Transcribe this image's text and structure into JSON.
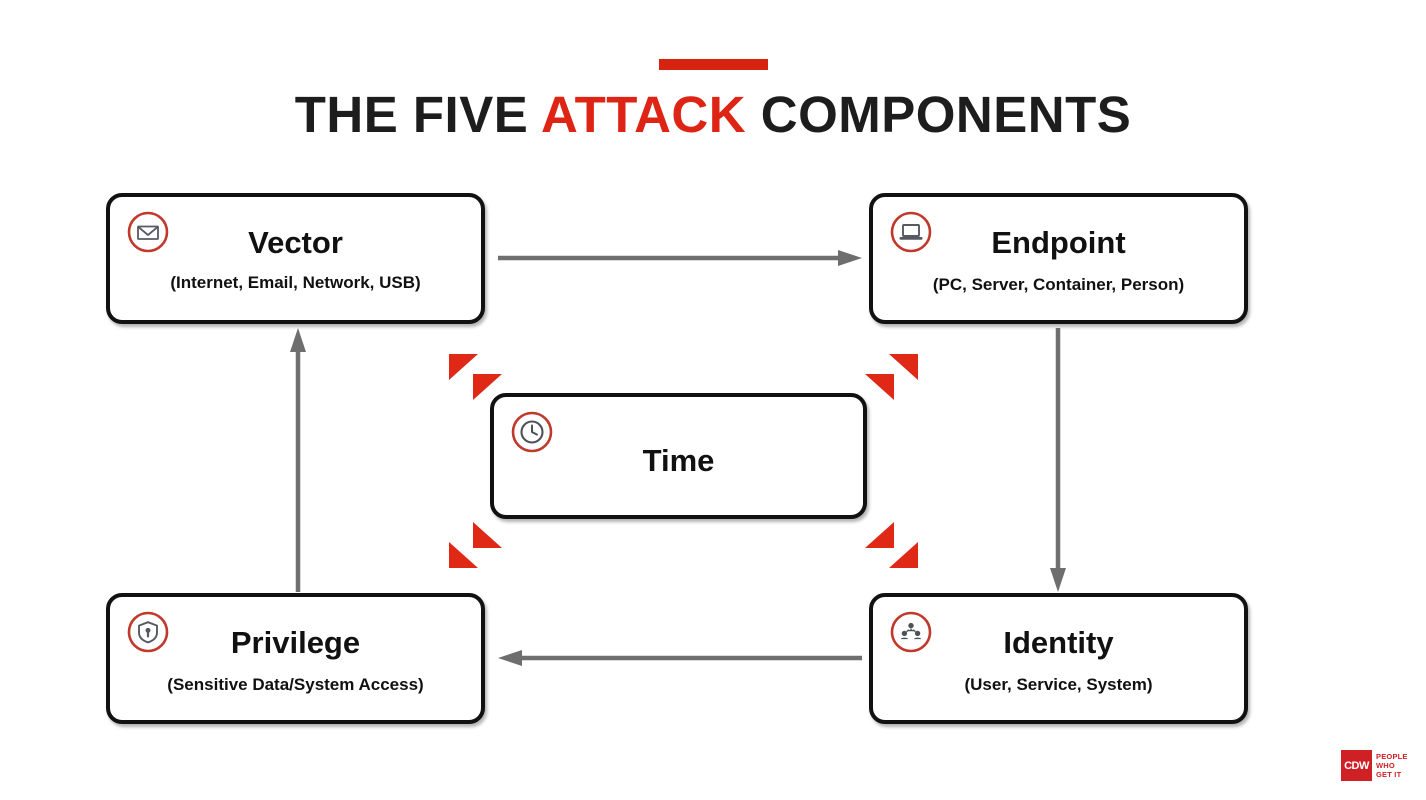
{
  "slide": {
    "background_color": "#ffffff",
    "accent_red": "#d6230f",
    "box_border_color": "#111111",
    "arrow_color": "#6e6e6e",
    "icon_ring_color": "#c0392b"
  },
  "title": {
    "accent_bar": "red-accent-bar",
    "part_1": "THE FIVE ",
    "part_2_highlighted": "ATTACK",
    "part_3": " COMPONENTS",
    "full_text": "THE FIVE ATTACK COMPONENTS"
  },
  "nodes": [
    {
      "id": "vector",
      "title": "Vector",
      "subtitle": "(Internet, Email, Network, USB)",
      "icon": "envelope-icon"
    },
    {
      "id": "endpoint",
      "title": "Endpoint",
      "subtitle": "(PC, Server, Container, Person)",
      "icon": "laptop-icon"
    },
    {
      "id": "time",
      "title": "Time",
      "subtitle": "",
      "icon": "clock-icon"
    },
    {
      "id": "privilege",
      "title": "Privilege",
      "subtitle": "(Sensitive Data/System Access)",
      "icon": "shield-lock-icon"
    },
    {
      "id": "identity",
      "title": "Identity",
      "subtitle": "(User, Service, System)",
      "icon": "people-group-icon"
    }
  ],
  "connectors": [
    {
      "id": "vector-to-endpoint",
      "from": "Vector",
      "to": "Endpoint",
      "direction": "right"
    },
    {
      "id": "endpoint-to-identity",
      "from": "Endpoint",
      "to": "Identity",
      "direction": "down"
    },
    {
      "id": "identity-to-privilege",
      "from": "Identity",
      "to": "Privilege",
      "direction": "left"
    },
    {
      "id": "privilege-to-vector",
      "from": "Privilege",
      "to": "Vector",
      "direction": "up"
    }
  ],
  "corner_marks": [
    {
      "id": "top-left",
      "orientation": "up-left"
    },
    {
      "id": "top-right",
      "orientation": "up-right"
    },
    {
      "id": "bottom-left",
      "orientation": "down-left"
    },
    {
      "id": "bottom-right",
      "orientation": "down-right"
    }
  ],
  "logo": {
    "mark_text": "CDW",
    "tagline_line_1": "PEOPLE",
    "tagline_line_2": "WHO",
    "tagline_line_3": "GET IT",
    "color": "#cf2026"
  }
}
